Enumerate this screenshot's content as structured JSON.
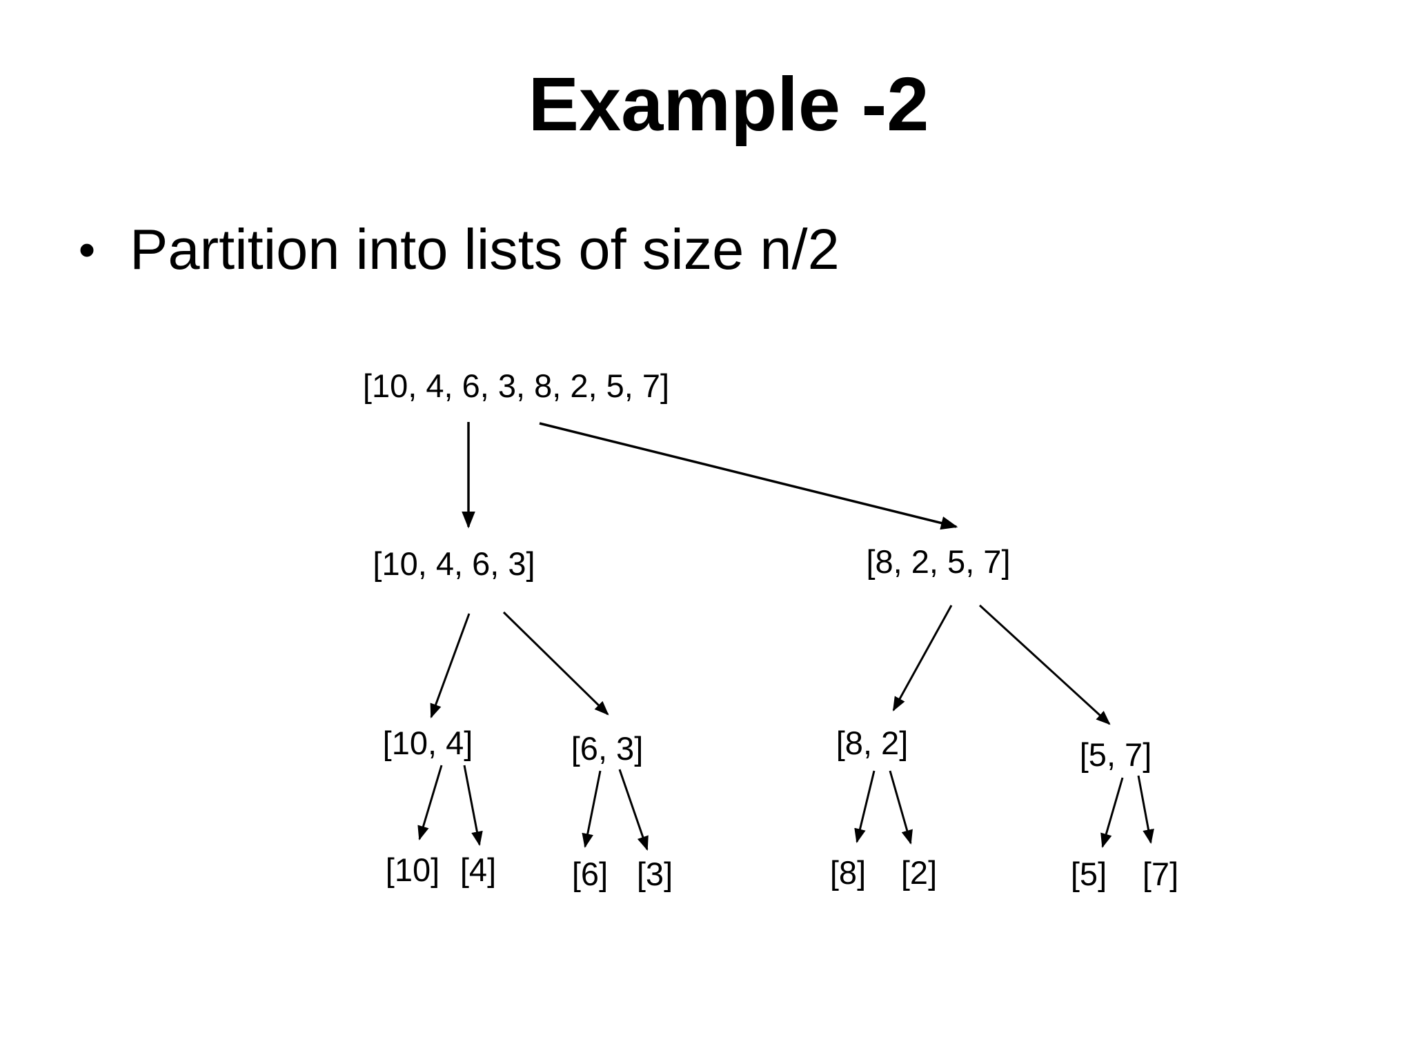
{
  "slide": {
    "title": "Example -2",
    "bullet": {
      "marker": "•",
      "text": "Partition into lists of size n/2"
    },
    "colors": {
      "background": "#ffffff",
      "text": "#000000",
      "line": "#000000"
    }
  },
  "tree": {
    "root": {
      "label": "[10, 4, 6, 3, 8, 2, 5, 7]"
    },
    "level2": [
      {
        "label": "[10, 4, 6, 3]"
      },
      {
        "label": "[8, 2, 5, 7]"
      }
    ],
    "level3": [
      {
        "label": "[10, 4]"
      },
      {
        "label": "[6, 3]"
      },
      {
        "label": "[8, 2]"
      },
      {
        "label": "[5, 7]"
      }
    ],
    "level4": [
      {
        "label": "[10]"
      },
      {
        "label": "[4]"
      },
      {
        "label": "[6]"
      },
      {
        "label": "[3]"
      },
      {
        "label": "[8]"
      },
      {
        "label": "[2]"
      },
      {
        "label": "[5]"
      },
      {
        "label": "[7]"
      }
    ]
  }
}
